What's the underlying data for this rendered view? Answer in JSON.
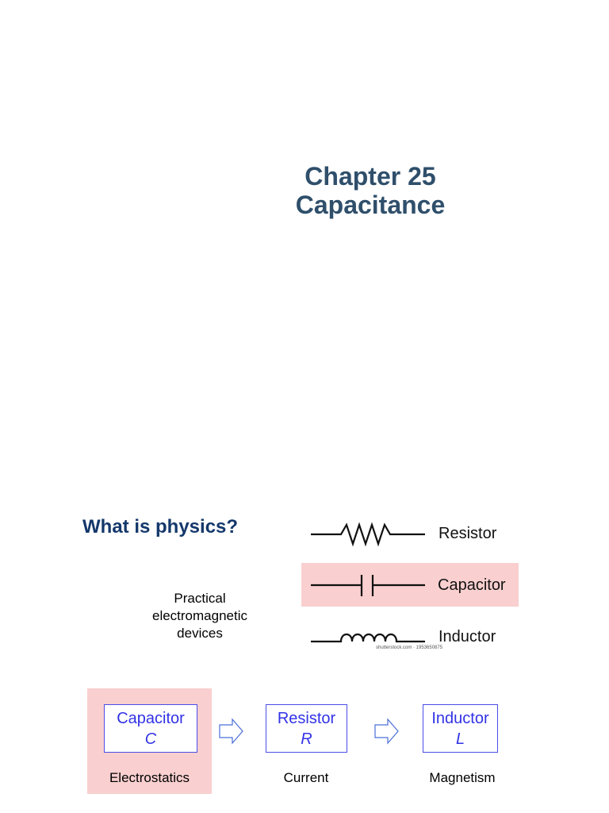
{
  "title": {
    "line1": "Chapter 25",
    "line2": "Capacitance"
  },
  "question": "What is physics?",
  "devices_caption": {
    "line1": "Practical",
    "line2": "electromagnetic",
    "line3": "devices"
  },
  "symbols": [
    {
      "label": "Resistor",
      "highlighted": false
    },
    {
      "label": "Capacitor",
      "highlighted": true
    },
    {
      "label": "Inductor",
      "highlighted": false
    }
  ],
  "image_credit": "shutterstock.com · 1953650875",
  "flow": [
    {
      "name": "Capacitor",
      "symbol": "C",
      "caption": "Electrostatics",
      "highlighted": true
    },
    {
      "name": "Resistor",
      "symbol": "R",
      "caption": "Current",
      "highlighted": false
    },
    {
      "name": "Inductor",
      "symbol": "L",
      "caption": "Magnetism",
      "highlighted": false
    }
  ],
  "colors": {
    "title": "#2f4f6b",
    "question": "#14386b",
    "highlight": "#f9cfcf",
    "box_text": "#3232e6",
    "box_border": "#4a4de8"
  }
}
